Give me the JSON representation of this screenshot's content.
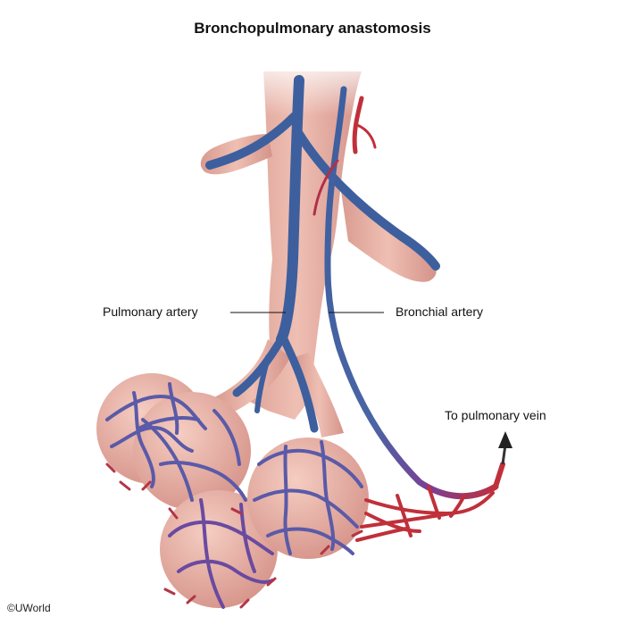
{
  "title": "Bronchopulmonary anastomosis",
  "labels": {
    "pulmonary_artery": "Pulmonary artery",
    "bronchial_artery": "Bronchial artery",
    "to_pulmonary_vein": "To pulmonary vein"
  },
  "copyright": "©UWorld",
  "colors": {
    "tissue": "#e9b4a8",
    "tissue_shadow": "#c98a80",
    "vein_blue": "#3d5f9e",
    "artery_red": "#c0303a",
    "mixed_purple": "#7a3f95"
  }
}
